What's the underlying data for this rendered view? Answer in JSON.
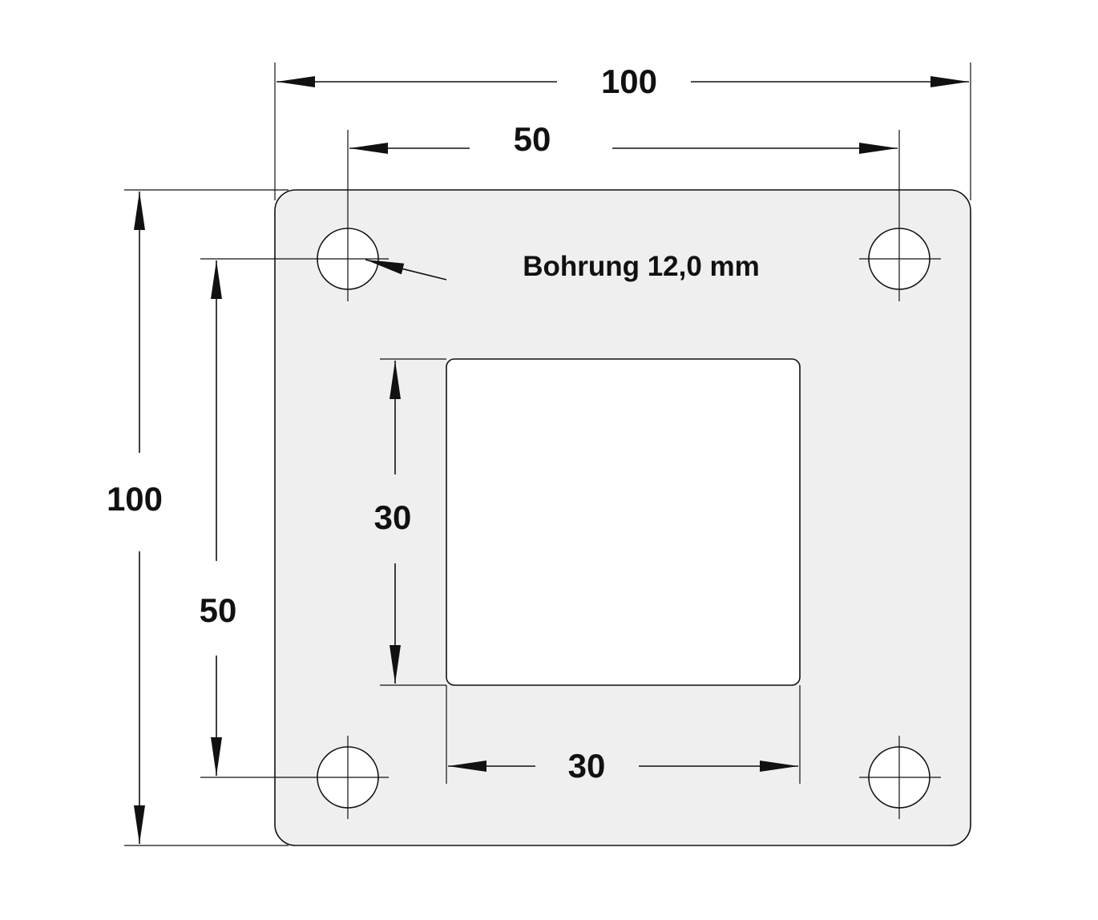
{
  "colors": {
    "plate_fill": "#efefef",
    "cutout_fill": "#ffffff",
    "line": "#111111",
    "background": "#ffffff"
  },
  "dimensions": {
    "plate_width": "100",
    "hole_spacing_horizontal": "50",
    "plate_height": "100",
    "hole_spacing_vertical": "50",
    "cutout_height": "30",
    "cutout_width": "30"
  },
  "annotation": {
    "bore_label": "Bohrung 12,0 mm"
  }
}
